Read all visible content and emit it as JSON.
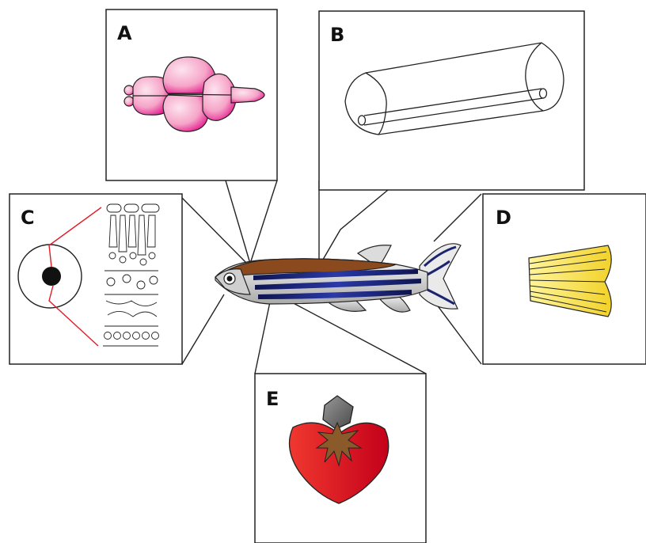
{
  "panels": {
    "a": {
      "label": "A",
      "subject": "brain-icon"
    },
    "b": {
      "label": "B",
      "subject": "spinal-cord-icon"
    },
    "c": {
      "label": "C",
      "subject": "eye-retina-icon"
    },
    "d": {
      "label": "D",
      "subject": "caudal-fin-icon"
    },
    "e": {
      "label": "E",
      "subject": "heart-icon"
    }
  },
  "colors": {
    "brain": "#f49ac1",
    "brain_dark": "#e0128a",
    "fin": "#f7e15a",
    "heart": "#e8202a",
    "heart_inner": "#8a5a2b",
    "fish_back": "#8b4a1e",
    "fish_stripe": "#1a2470",
    "fish_belly": "#d8d8d8"
  }
}
